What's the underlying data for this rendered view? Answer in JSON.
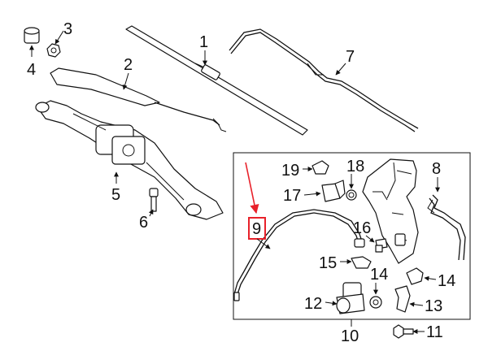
{
  "callouts": {
    "c1": "1",
    "c2": "2",
    "c3": "3",
    "c4": "4",
    "c5": "5",
    "c6": "6",
    "c7": "7",
    "c8": "8",
    "c9": "9",
    "c10": "10",
    "c11": "11",
    "c12": "12",
    "c13": "13",
    "c14": "14",
    "c15": "15",
    "c16": "16",
    "c17": "17",
    "c18": "18",
    "c19": "19"
  },
  "highlight": {
    "part": "9",
    "color": "#e8212a"
  },
  "colors": {
    "line": "#111111",
    "background": "#ffffff"
  }
}
